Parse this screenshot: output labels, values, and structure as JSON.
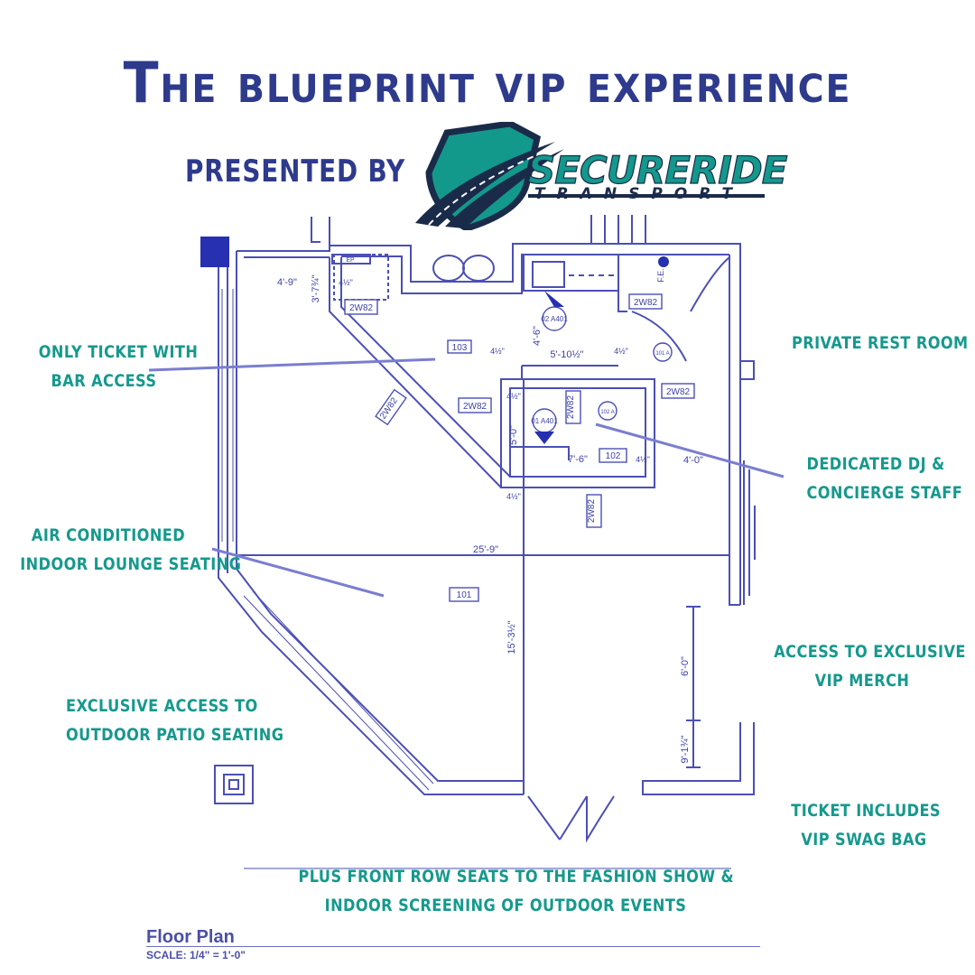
{
  "header": {
    "title": "The blueprint vip experience",
    "presented_by": "PRESENTED BY"
  },
  "logo": {
    "word": "SECURERIDE",
    "sub": "TRANSPORT",
    "colors": {
      "teal": "#13988c",
      "navy": "#1a2b4a"
    }
  },
  "callouts": {
    "bar_access": [
      "ONLY TICKET WITH",
      "BAR ACCESS"
    ],
    "lounge": [
      "AIR CONDITIONED",
      "INDOOR LOUNGE SEATING"
    ],
    "patio": [
      "EXCLUSIVE ACCESS TO",
      "OUTDOOR PATIO SEATING"
    ],
    "restroom": [
      "PRIVATE REST ROOM"
    ],
    "dj": [
      "DEDICATED DJ &",
      "CONCIERGE STAFF"
    ],
    "merch": [
      "ACCESS TO EXCLUSIVE",
      "VIP MERCH"
    ],
    "swag": [
      "TICKET INCLUDES",
      "VIP SWAG BAG"
    ],
    "front_row": [
      "PLUS FRONT ROW SEATS TO THE FASHION SHOW &",
      "INDOOR SCREENING OF OUTDOOR EVENTS"
    ]
  },
  "plan": {
    "rooms": [
      "103",
      "101",
      "102"
    ],
    "wall_tags": [
      "2W82",
      "2W82",
      "2W82",
      "2W82",
      "2W82",
      "2W82",
      "2W82"
    ],
    "dimensions": [
      "4'-9\"",
      "25'-9\"",
      "15'-3½\"",
      "5'-10½\"",
      "4'-6\"",
      "5'-0\"",
      "7'-6\"",
      "4'-0\"",
      "6'-0\"",
      "9'-1¾\"",
      "3'-7¾\"",
      "4½\"",
      "4½\"",
      "4½\"",
      "4½\"",
      "4½\"",
      "4½\""
    ],
    "markers": [
      "02 A401",
      "01 A401",
      "101 A",
      "102 A"
    ],
    "misc": [
      "F.E.",
      "EP"
    ],
    "colors": {
      "line": "#4b4fb5",
      "wall_fill": "#dfe0f3"
    }
  },
  "footer": {
    "title": "Floor Plan",
    "scale": "SCALE:  1/4\" = 1'-0\""
  }
}
